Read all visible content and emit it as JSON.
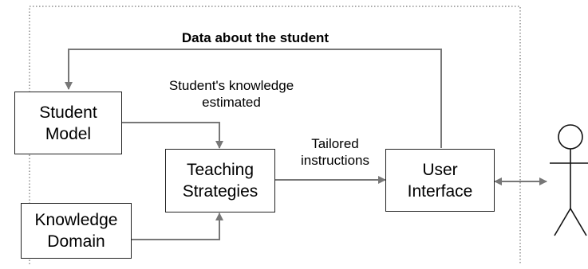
{
  "title": "Data about the student",
  "nodes": {
    "student_model": [
      "Student",
      "Model"
    ],
    "teaching_strategies": [
      "Teaching",
      "Strategies"
    ],
    "knowledge_domain": [
      "Knowledge",
      "Domain"
    ],
    "user_interface": [
      "User",
      "Interface"
    ]
  },
  "edges": {
    "knowledge_estimated": [
      "Student's knowledge",
      "estimated"
    ],
    "tailored_instructions": [
      "Tailored",
      "instructions"
    ]
  },
  "colors": {
    "box_border": "#222222",
    "arrow": "#777777",
    "frame": "#555555"
  },
  "icons": {
    "user": "stick-figure-icon"
  }
}
